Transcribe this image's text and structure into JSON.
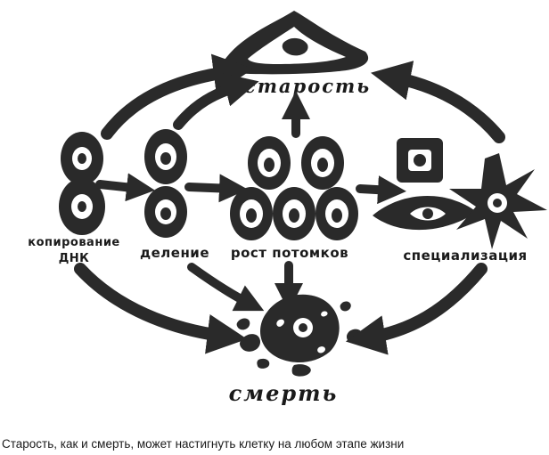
{
  "diagram": {
    "stages": {
      "aging": "старость",
      "dna_copy_line1": "копирование",
      "dna_copy_line2": "ДНК",
      "division": "деление",
      "growth": "рост потомков",
      "specialization": "специализация",
      "death": "смерть"
    }
  },
  "caption": "Старость, как и смерть, может настигнуть клетку на любом этапе жизни",
  "colors": {
    "ink": "#2a2a2a",
    "background": "#ffffff"
  }
}
